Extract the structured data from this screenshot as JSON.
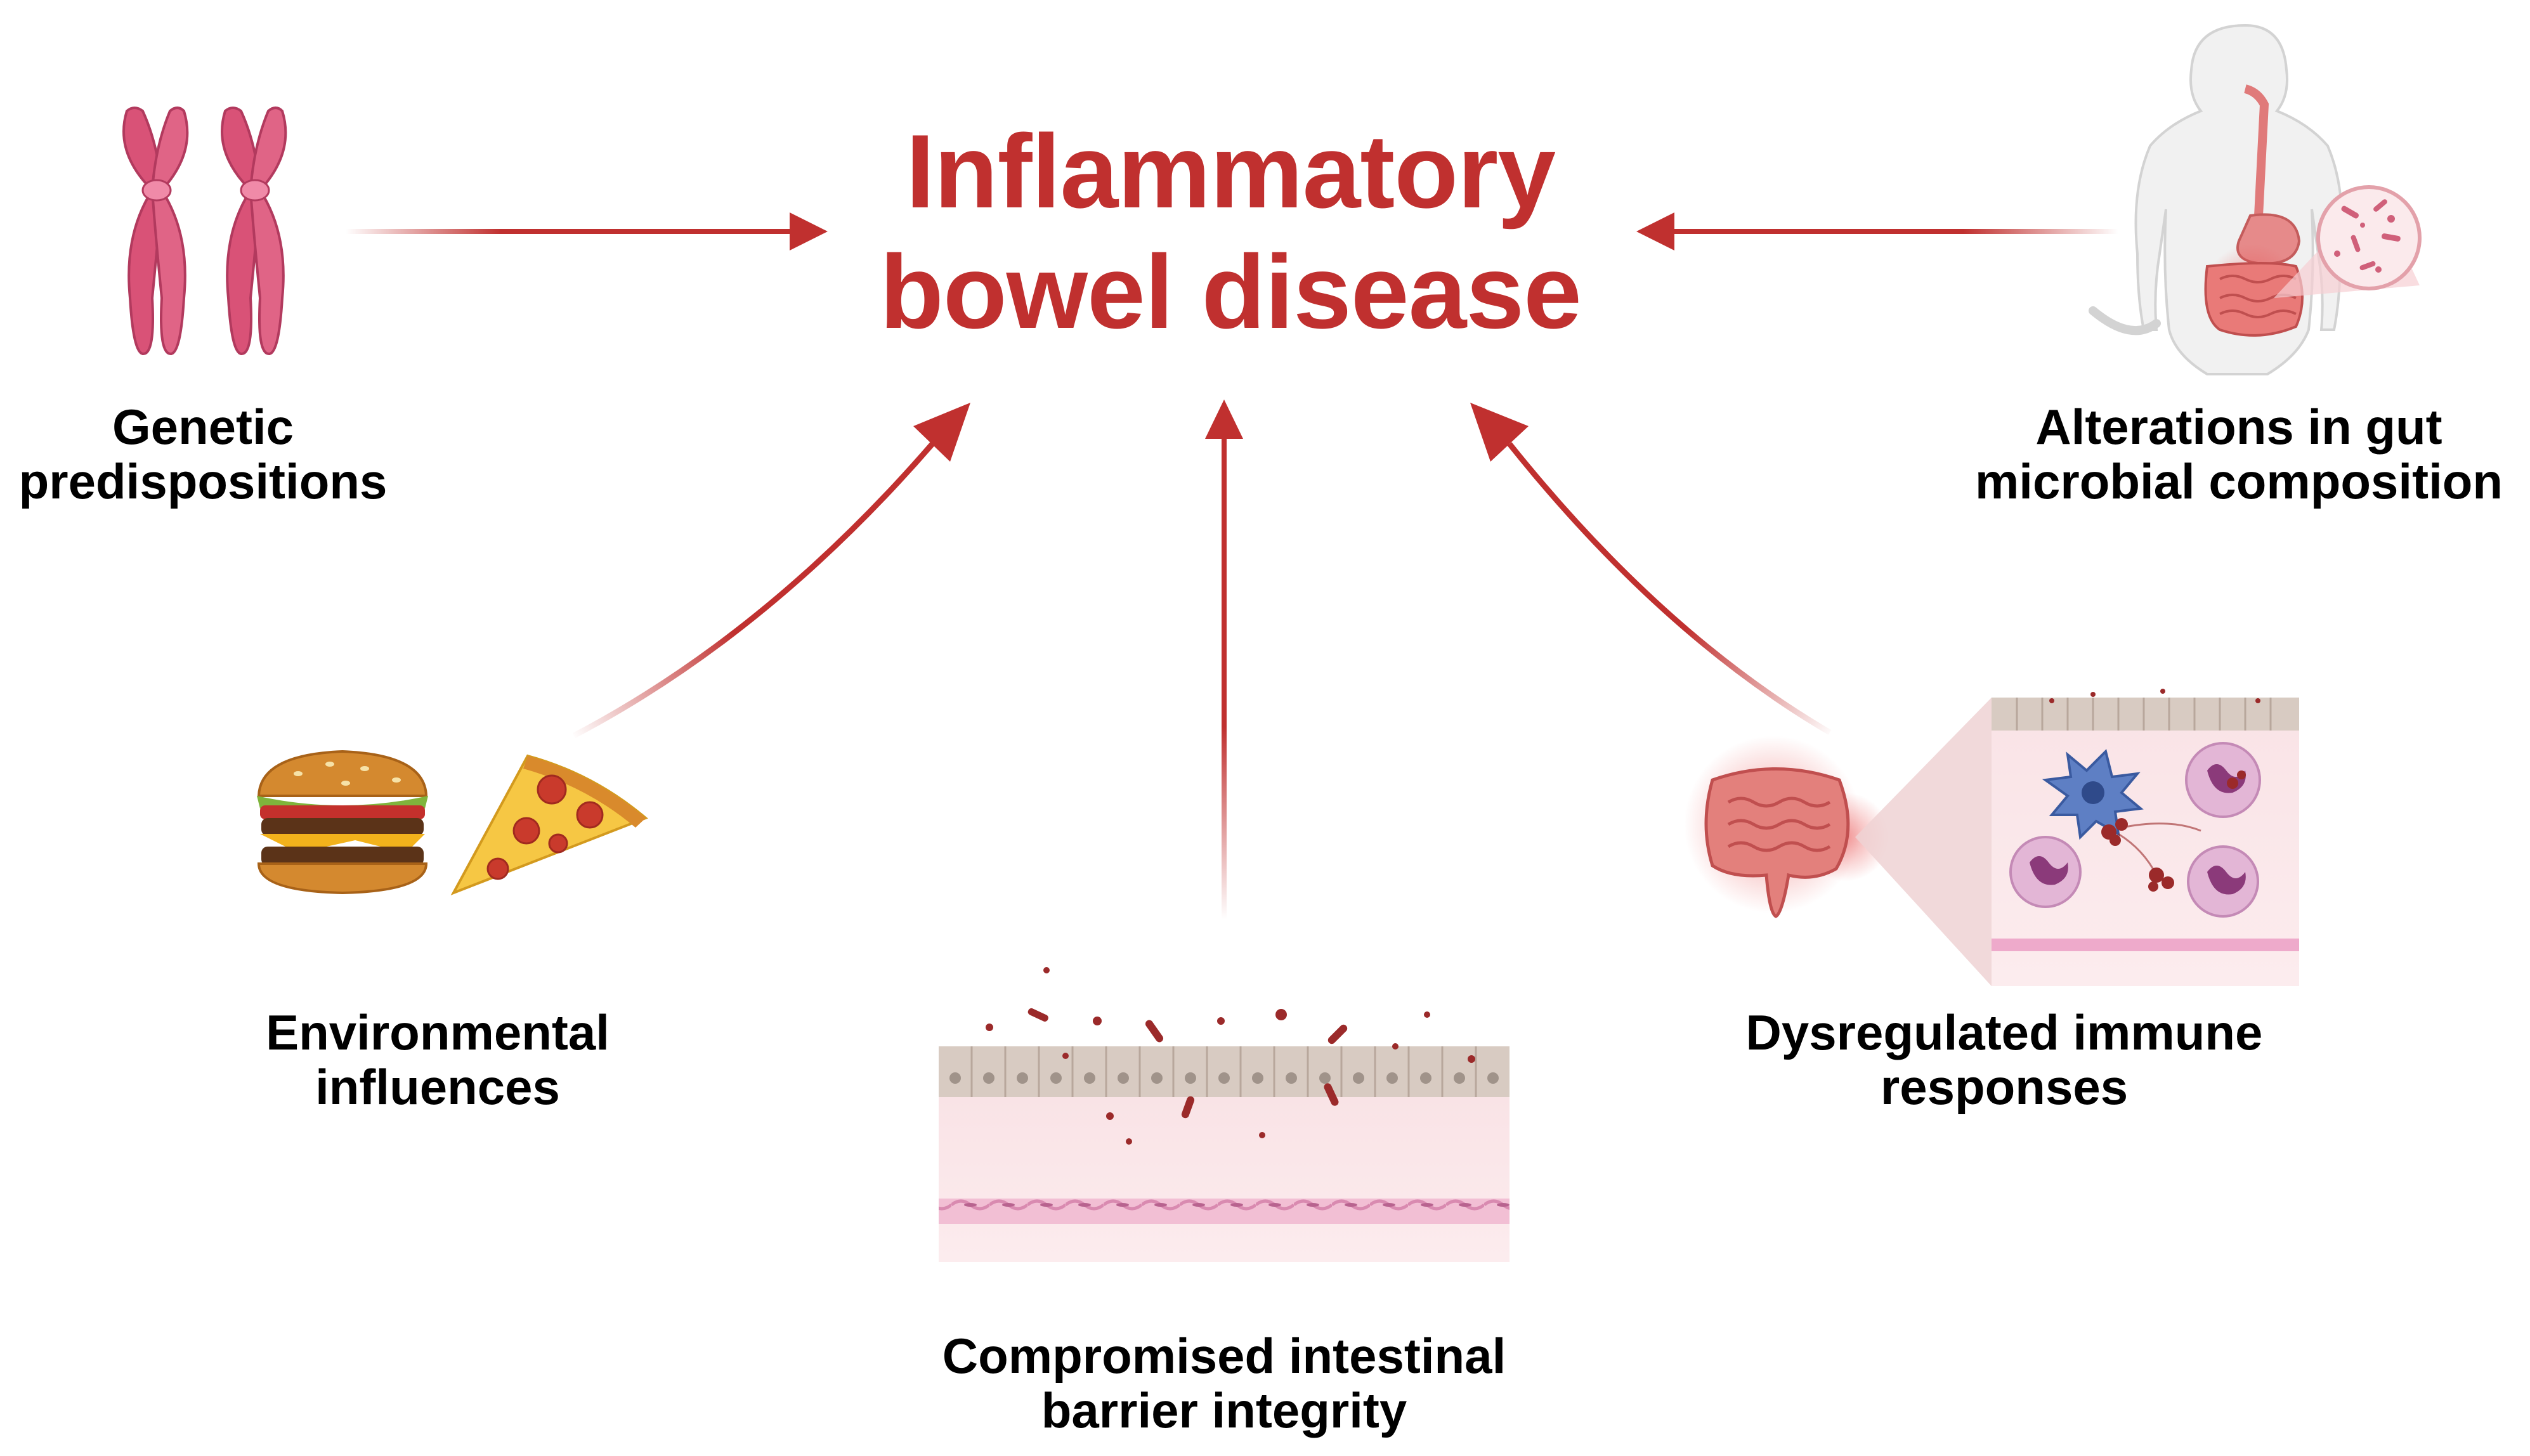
{
  "title": {
    "line1": "Inflammatory",
    "line2": "bowel disease"
  },
  "factors": {
    "genetic": {
      "line1": "Genetic",
      "line2": "predispositions",
      "icon": "chromosome-icon"
    },
    "microbial": {
      "line1": "Alterations in gut",
      "line2": "microbial composition",
      "icon": "human-gut-microbiome-icon"
    },
    "environmental": {
      "line1": "Environmental",
      "line2": "influences",
      "icon": "fast-food-icon"
    },
    "immune": {
      "line1": "Dysregulated immune",
      "line2": "responses",
      "icon": "inflamed-intestine-immune-cells-icon"
    },
    "barrier": {
      "line1": "Compromised intestinal",
      "line2": "barrier integrity",
      "icon": "epithelial-barrier-icon"
    }
  },
  "colors": {
    "accent": "#c0302f",
    "chromosome": "#d95277",
    "tissue_pink": "#f7dde0",
    "epithelium": "#d9cdc4",
    "bacteria": "#9b2a2a"
  }
}
